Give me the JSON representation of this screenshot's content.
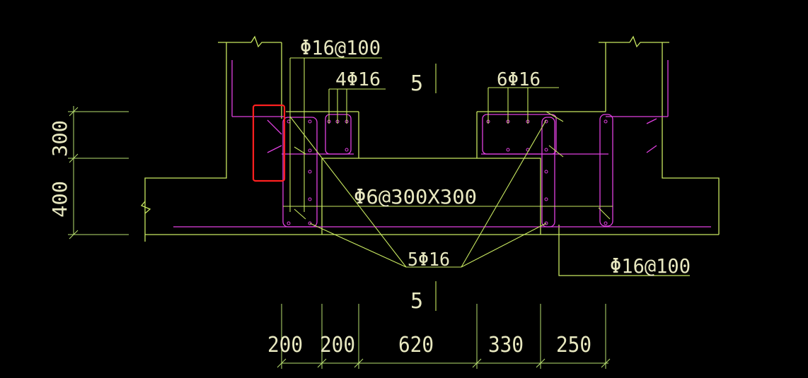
{
  "labels": {
    "top_stirrup": "Φ16@100",
    "left_top_bars": "4Φ16",
    "right_top_bars": "6Φ16",
    "section_mark_top": "5",
    "section_mark_bottom": "5",
    "mesh": "Φ6@300X300",
    "bottom_bars": "5Φ16",
    "right_stirrup": "Φ16@100"
  },
  "dims_vertical": [
    "300",
    "400"
  ],
  "dims_horizontal": [
    "200",
    "200",
    "620",
    "330",
    "250"
  ],
  "colors": {
    "background": "#000000",
    "outline": "#c8e860",
    "rebar": "#e040e0",
    "text": "#e8e8c0",
    "dim": "#b8e070",
    "highlight": "#ff2020"
  }
}
